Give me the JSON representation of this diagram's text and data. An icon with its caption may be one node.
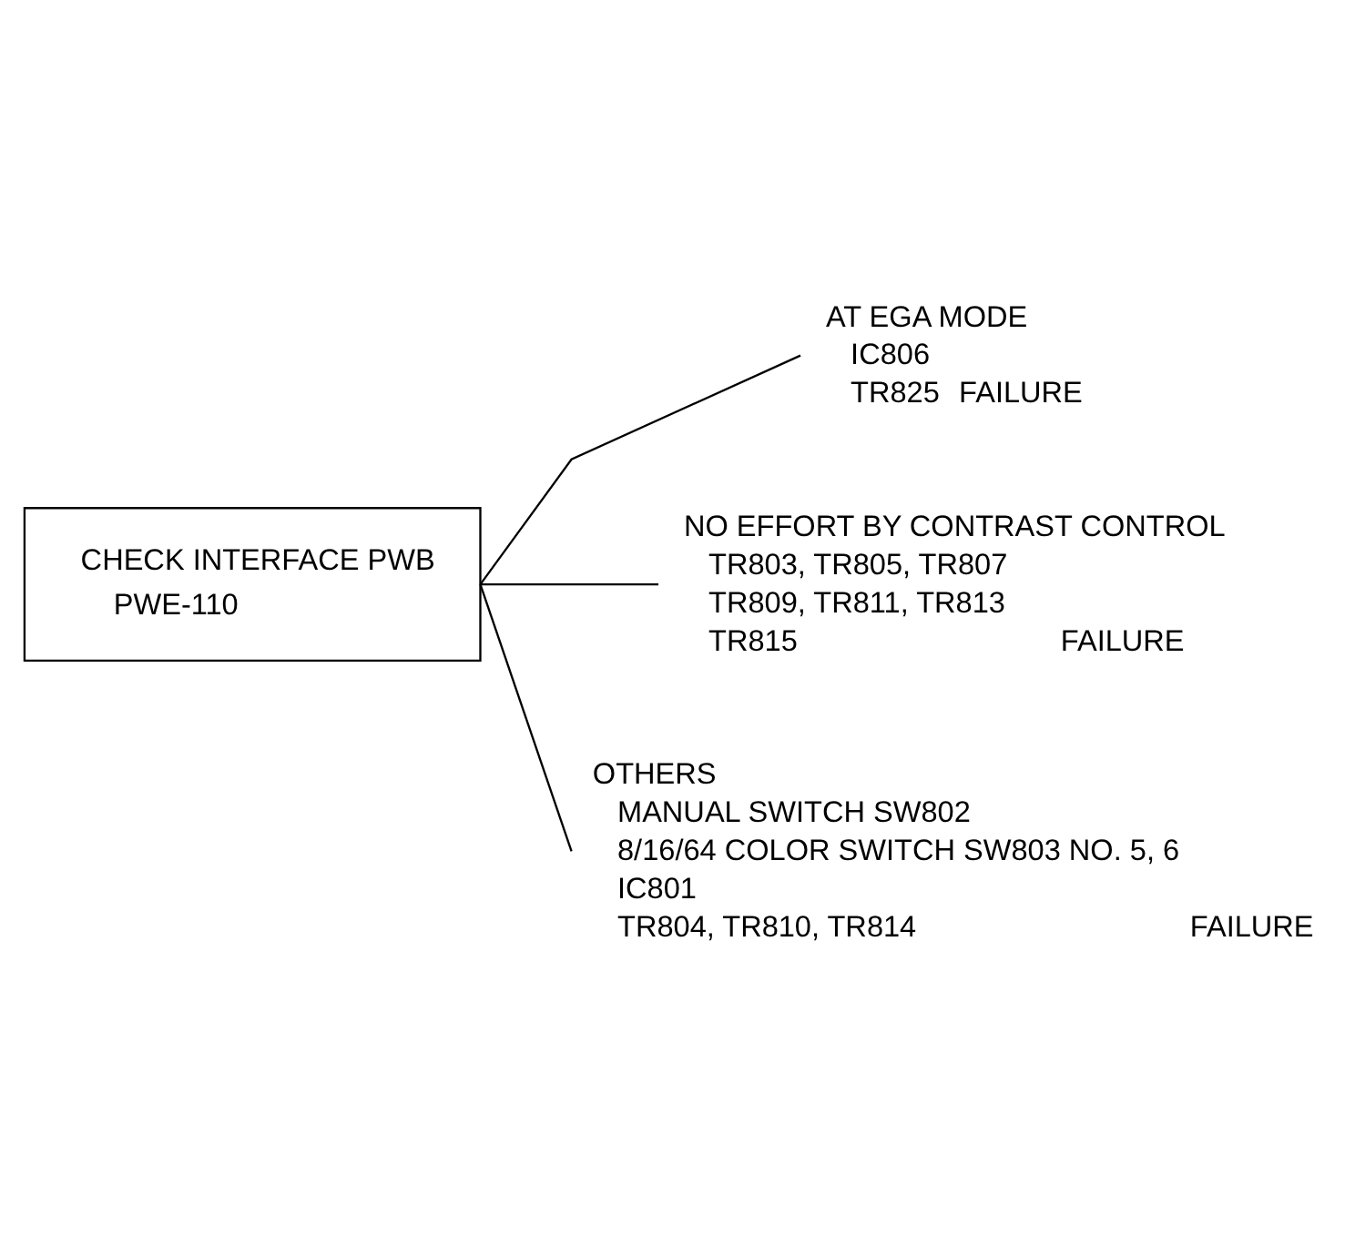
{
  "diagram": {
    "nodes": [
      {
        "text": [
          "CHECK INTERFACE PWB",
          "PWE-110"
        ]
      },
      {
        "text": [
          "AT EGA MODE",
          "IC806",
          "TR825",
          "FAILURE"
        ]
      },
      {
        "text": [
          "NO EFFORT BY CONTRAST CONTROL",
          "TR803, TR805, TR807",
          "TR809, TR811, TR813",
          "TR815",
          "FAILURE"
        ]
      },
      {
        "text": [
          "OTHERS",
          "MANUAL SWITCH SW802",
          "8/16/64 COLOR SWITCH SW803 NO. 5, 6",
          "IC801",
          "TR804, TR810, TR814",
          "FAILURE"
        ]
      }
    ],
    "edges": [
      {
        "from": 0,
        "to": 1,
        "arrow": "none"
      },
      {
        "from": 0,
        "to": 2,
        "arrow": "none"
      },
      {
        "from": 0,
        "to": 3,
        "arrow": "none"
      }
    ]
  }
}
